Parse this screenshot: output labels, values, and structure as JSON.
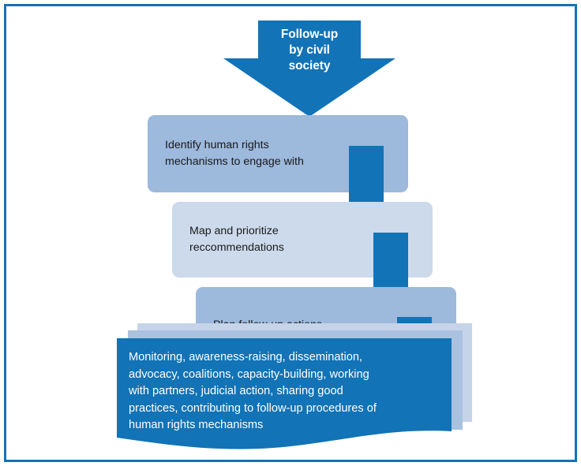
{
  "diagram": {
    "title_banner": {
      "lines": [
        "Follow-up",
        "by civil",
        "society"
      ],
      "shape": "down-arrow-banner"
    },
    "steps": [
      {
        "id": "identify",
        "text": "Identify human rights\nmechanisms to engage with",
        "fill": "#9db9dc"
      },
      {
        "id": "map-prioritize",
        "text": "Map and prioritize\nreccommendations",
        "fill": "#ccdaec"
      },
      {
        "id": "plan-actions",
        "text": "Plan follow-up actions",
        "fill": "#9db9dc"
      }
    ],
    "connectors": [
      {
        "id": "connector-1",
        "shape": "down-arrow"
      },
      {
        "id": "connector-2",
        "shape": "down-arrow"
      },
      {
        "id": "connector-3",
        "shape": "down-arrow"
      }
    ],
    "outcome": {
      "text": "Monitoring,  awareness-raising, dissemination,\nadvocacy, coalitions,  capacity-building, working\nwith partners, judicial action, sharing good\npractices, contributing to follow-up procedures of\nhuman rights mechanisms",
      "fill": "#1273b6",
      "stack_layers": 3
    },
    "colors": {
      "primary_blue": "#1273b6",
      "box_medium": "#9db9dc",
      "box_light": "#ccdaec",
      "stack_light": "#c6d4e9",
      "stack_mid": "#aac2e0",
      "frame_border": "#1273b6",
      "background": "#ffffff",
      "text_dark": "#1a1a1a",
      "text_light": "#ffffff"
    }
  }
}
